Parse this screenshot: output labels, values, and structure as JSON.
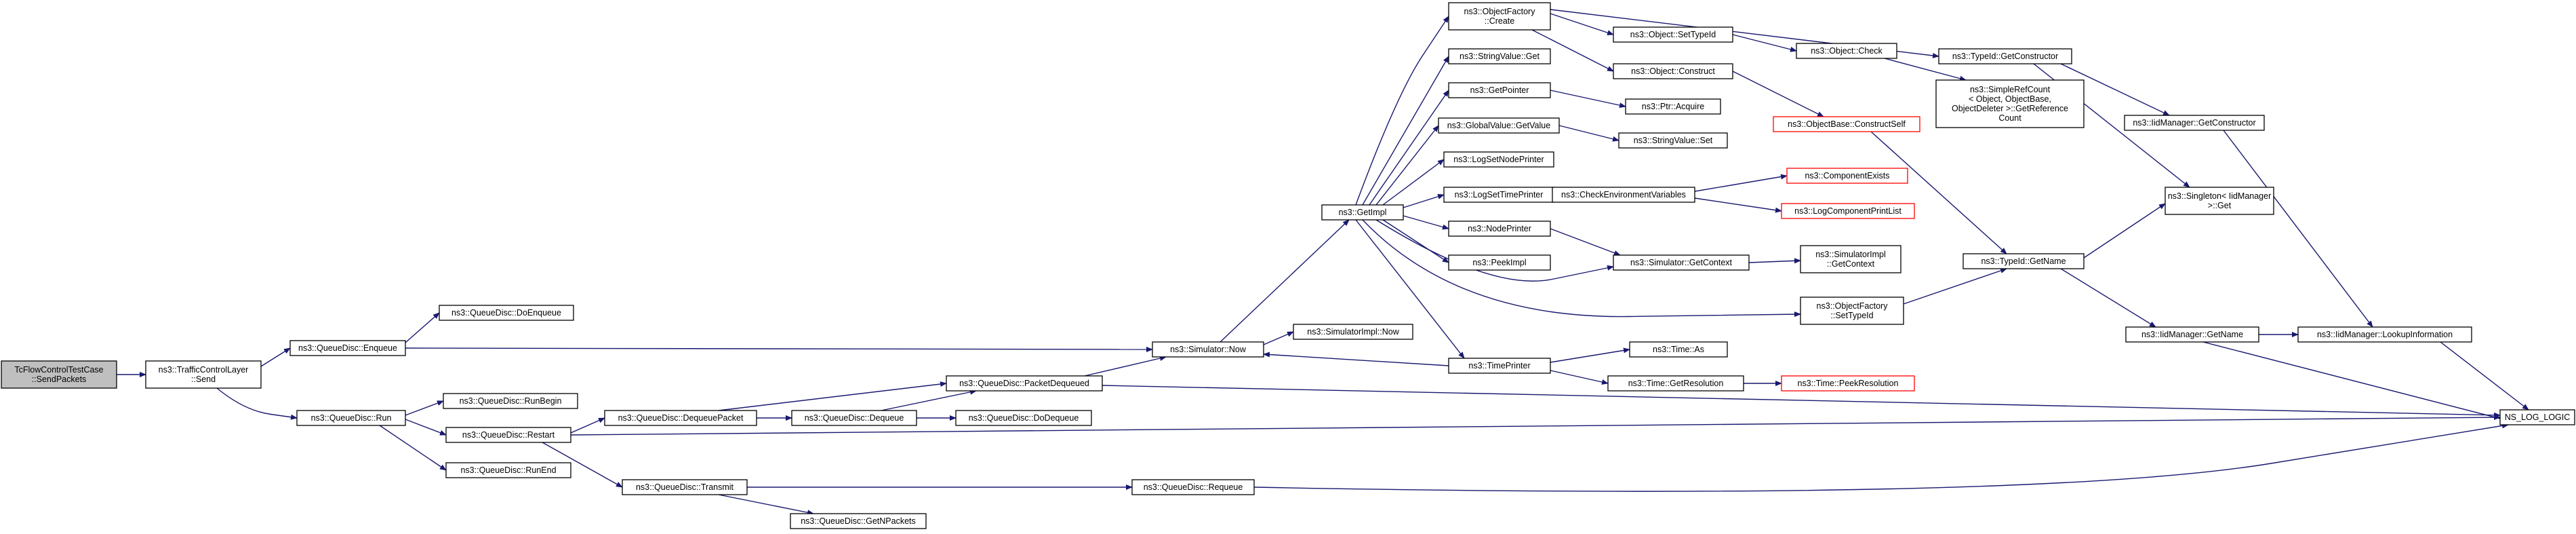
{
  "colors": {
    "edge": "#191970",
    "node_border": "#000000",
    "node_border_truncated": "#ff0000",
    "root_fill": "#bfbfbf",
    "node_fill": "#ffffff"
  },
  "nodes": [
    {
      "id": "root",
      "lines": [
        "TcFlowControlTestCase",
        "::SendPackets"
      ],
      "root": true
    },
    {
      "id": "tcl_send",
      "lines": [
        "ns3::TrafficControlLayer",
        "::Send"
      ]
    },
    {
      "id": "qd_doenqueue",
      "lines": [
        "ns3::QueueDisc::DoEnqueue"
      ]
    },
    {
      "id": "qd_enqueue",
      "lines": [
        "ns3::QueueDisc::Enqueue"
      ]
    },
    {
      "id": "qd_run",
      "lines": [
        "ns3::QueueDisc::Run"
      ]
    },
    {
      "id": "qd_runbegin",
      "lines": [
        "ns3::QueueDisc::RunBegin"
      ]
    },
    {
      "id": "qd_restart",
      "lines": [
        "ns3::QueueDisc::Restart"
      ]
    },
    {
      "id": "qd_runend",
      "lines": [
        "ns3::QueueDisc::RunEnd"
      ]
    },
    {
      "id": "qd_dequeuepacket",
      "lines": [
        "ns3::QueueDisc::DequeuePacket"
      ]
    },
    {
      "id": "qd_transmit",
      "lines": [
        "ns3::QueueDisc::Transmit"
      ]
    },
    {
      "id": "qd_getnpackets",
      "lines": [
        "ns3::QueueDisc::GetNPackets"
      ]
    },
    {
      "id": "qd_dequeue",
      "lines": [
        "ns3::QueueDisc::Dequeue"
      ]
    },
    {
      "id": "qd_dodequeue",
      "lines": [
        "ns3::QueueDisc::DoDequeue"
      ]
    },
    {
      "id": "qd_packetdequeued",
      "lines": [
        "ns3::QueueDisc::PacketDequeued"
      ]
    },
    {
      "id": "qd_requeue",
      "lines": [
        "ns3::QueueDisc::Requeue"
      ]
    },
    {
      "id": "sim_now",
      "lines": [
        "ns3::Simulator::Now"
      ]
    },
    {
      "id": "simimpl_now",
      "lines": [
        "ns3::SimulatorImpl::Now"
      ]
    },
    {
      "id": "getimpl",
      "lines": [
        "ns3::GetImpl"
      ]
    },
    {
      "id": "of_create",
      "lines": [
        "ns3::ObjectFactory",
        "::Create"
      ]
    },
    {
      "id": "stringvalue_get",
      "lines": [
        "ns3::StringValue::Get"
      ]
    },
    {
      "id": "getpointer",
      "lines": [
        "ns3::GetPointer"
      ]
    },
    {
      "id": "globalvalue_getvalue",
      "lines": [
        "ns3::GlobalValue::GetValue"
      ]
    },
    {
      "id": "logsetnodeprinter",
      "lines": [
        "ns3::LogSetNodePrinter"
      ]
    },
    {
      "id": "logsettimeprinter",
      "lines": [
        "ns3::LogSetTimePrinter"
      ]
    },
    {
      "id": "nodeprinter",
      "lines": [
        "ns3::NodePrinter"
      ]
    },
    {
      "id": "peekimpl",
      "lines": [
        "ns3::PeekImpl"
      ]
    },
    {
      "id": "timeprinter",
      "lines": [
        "ns3::TimePrinter"
      ]
    },
    {
      "id": "object_settypeid",
      "lines": [
        "ns3::Object::SetTypeId"
      ]
    },
    {
      "id": "object_construct",
      "lines": [
        "ns3::Object::Construct"
      ]
    },
    {
      "id": "ptr_acquire",
      "lines": [
        "ns3::Ptr::Acquire"
      ]
    },
    {
      "id": "stringvalue_set",
      "lines": [
        "ns3::StringValue::Set"
      ]
    },
    {
      "id": "checkenv",
      "lines": [
        "ns3::CheckEnvironmentVariables"
      ]
    },
    {
      "id": "sim_getcontext",
      "lines": [
        "ns3::Simulator::GetContext"
      ]
    },
    {
      "id": "of_settypeid",
      "lines": [
        "ns3::ObjectFactory",
        "::SetTypeId"
      ]
    },
    {
      "id": "time_as",
      "lines": [
        "ns3::Time::As"
      ]
    },
    {
      "id": "time_getresolution",
      "lines": [
        "ns3::Time::GetResolution"
      ]
    },
    {
      "id": "object_check",
      "lines": [
        "ns3::Object::Check"
      ]
    },
    {
      "id": "objectbase_constructself",
      "lines": [
        "ns3::ObjectBase::ConstructSelf"
      ],
      "truncated": true
    },
    {
      "id": "componentexists",
      "lines": [
        "ns3::ComponentExists"
      ],
      "truncated": true
    },
    {
      "id": "logcomponentprintlist",
      "lines": [
        "ns3::LogComponentPrintList"
      ],
      "truncated": true
    },
    {
      "id": "simimpl_getcontext",
      "lines": [
        "ns3::SimulatorImpl",
        "::GetContext"
      ]
    },
    {
      "id": "time_peekresolution",
      "lines": [
        "ns3::Time::PeekResolution"
      ],
      "truncated": true
    },
    {
      "id": "typeid_getconstructor",
      "lines": [
        "ns3::TypeId::GetConstructor"
      ]
    },
    {
      "id": "simplerefcount",
      "lines": [
        "ns3::SimpleRefCount",
        "< Object, ObjectBase,",
        "ObjectDeleter >::GetReference",
        "Count"
      ]
    },
    {
      "id": "typeid_getname",
      "lines": [
        "ns3::TypeId::GetName"
      ]
    },
    {
      "id": "iidmanager_getconstructor",
      "lines": [
        "ns3::IidManager::GetConstructor"
      ]
    },
    {
      "id": "singleton_get",
      "lines": [
        "ns3::Singleton< IidManager",
        " >::Get"
      ]
    },
    {
      "id": "iidmanager_getname",
      "lines": [
        "ns3::IidManager::GetName"
      ]
    },
    {
      "id": "iidmanager_lookupinformation",
      "lines": [
        "ns3::IidManager::LookupInformation"
      ]
    },
    {
      "id": "ns_log_logic",
      "lines": [
        "NS_LOG_LOGIC"
      ]
    }
  ],
  "edges": [
    [
      "root",
      "tcl_send"
    ],
    [
      "tcl_send",
      "qd_enqueue"
    ],
    [
      "tcl_send",
      "qd_run"
    ],
    [
      "qd_enqueue",
      "qd_doenqueue"
    ],
    [
      "qd_enqueue",
      "sim_now"
    ],
    [
      "qd_run",
      "qd_runbegin"
    ],
    [
      "qd_run",
      "qd_restart"
    ],
    [
      "qd_run",
      "qd_runend"
    ],
    [
      "qd_restart",
      "qd_dequeuepacket"
    ],
    [
      "qd_restart",
      "qd_transmit"
    ],
    [
      "qd_restart",
      "ns_log_logic"
    ],
    [
      "qd_dequeuepacket",
      "qd_packetdequeued"
    ],
    [
      "qd_dequeuepacket",
      "qd_dequeue"
    ],
    [
      "qd_dequeue",
      "qd_dodequeue"
    ],
    [
      "qd_dequeue",
      "qd_packetdequeued"
    ],
    [
      "qd_transmit",
      "qd_getnpackets"
    ],
    [
      "qd_transmit",
      "qd_requeue"
    ],
    [
      "qd_packetdequeued",
      "sim_now"
    ],
    [
      "qd_packetdequeued",
      "ns_log_logic"
    ],
    [
      "qd_requeue",
      "ns_log_logic"
    ],
    [
      "sim_now",
      "getimpl"
    ],
    [
      "sim_now",
      "simimpl_now"
    ],
    [
      "getimpl",
      "of_create"
    ],
    [
      "getimpl",
      "stringvalue_get"
    ],
    [
      "getimpl",
      "getpointer"
    ],
    [
      "getimpl",
      "globalvalue_getvalue"
    ],
    [
      "getimpl",
      "logsetnodeprinter"
    ],
    [
      "getimpl",
      "logsettimeprinter"
    ],
    [
      "getimpl",
      "nodeprinter"
    ],
    [
      "getimpl",
      "peekimpl"
    ],
    [
      "getimpl",
      "sim_getcontext"
    ],
    [
      "getimpl",
      "of_settypeid"
    ],
    [
      "getimpl",
      "timeprinter"
    ],
    [
      "of_create",
      "object_settypeid"
    ],
    [
      "of_create",
      "object_construct"
    ],
    [
      "of_create",
      "typeid_getconstructor"
    ],
    [
      "getpointer",
      "ptr_acquire"
    ],
    [
      "globalvalue_getvalue",
      "stringvalue_set"
    ],
    [
      "logsettimeprinter",
      "checkenv"
    ],
    [
      "nodeprinter",
      "sim_getcontext"
    ],
    [
      "timeprinter",
      "sim_now"
    ],
    [
      "timeprinter",
      "time_as"
    ],
    [
      "timeprinter",
      "time_getresolution"
    ],
    [
      "object_settypeid",
      "object_check"
    ],
    [
      "object_construct",
      "objectbase_constructself"
    ],
    [
      "checkenv",
      "componentexists"
    ],
    [
      "checkenv",
      "logcomponentprintlist"
    ],
    [
      "sim_getcontext",
      "simimpl_getcontext"
    ],
    [
      "of_settypeid",
      "typeid_getname"
    ],
    [
      "time_getresolution",
      "time_peekresolution"
    ],
    [
      "object_check",
      "simplerefcount"
    ],
    [
      "objectbase_constructself",
      "typeid_getname"
    ],
    [
      "typeid_getconstructor",
      "iidmanager_getconstructor"
    ],
    [
      "typeid_getconstructor",
      "singleton_get"
    ],
    [
      "typeid_getname",
      "singleton_get"
    ],
    [
      "typeid_getname",
      "iidmanager_getname"
    ],
    [
      "iidmanager_getconstructor",
      "iidmanager_lookupinformation"
    ],
    [
      "iidmanager_getname",
      "iidmanager_lookupinformation"
    ],
    [
      "iidmanager_getname",
      "ns_log_logic"
    ],
    [
      "iidmanager_lookupinformation",
      "ns_log_logic"
    ]
  ]
}
